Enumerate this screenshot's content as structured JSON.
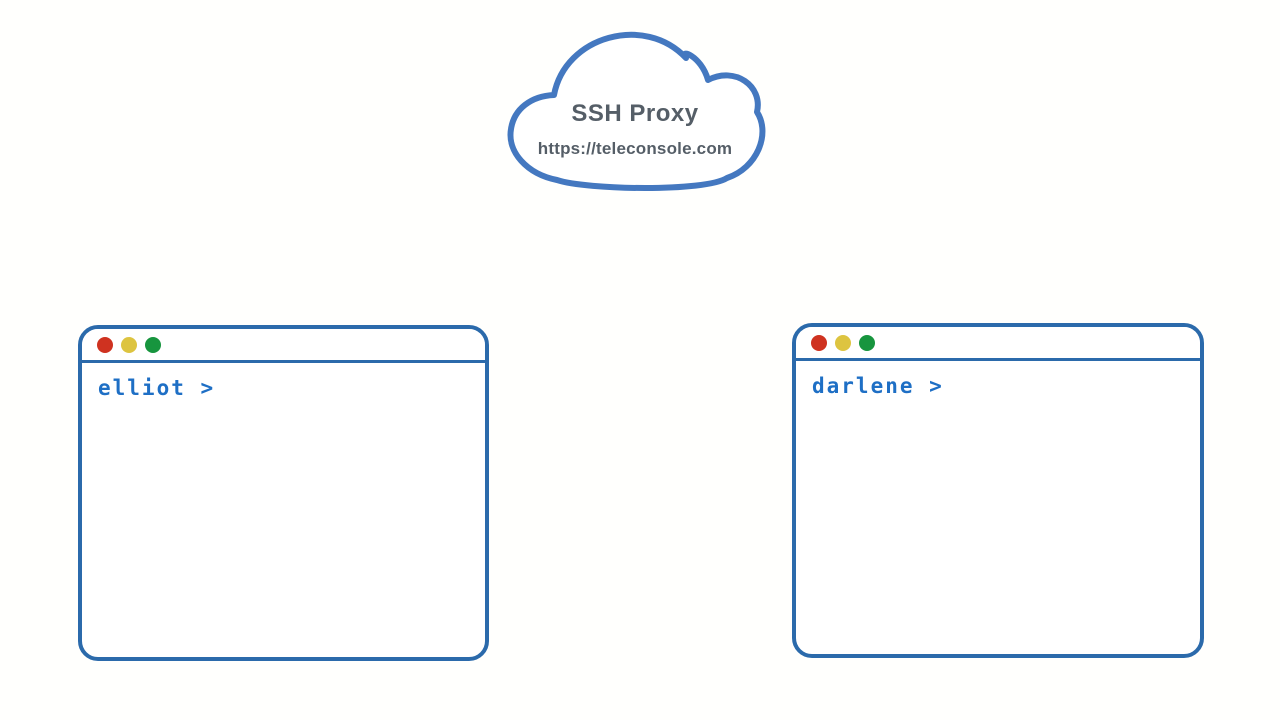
{
  "colors": {
    "background": "#fffffd",
    "cloud_stroke": "#4478c0",
    "window_border": "#2b6aab",
    "prompt_text": "#1e6fc5",
    "label_text": "#555e67",
    "control_red": "#cf3220",
    "control_yellow": "#ddc440",
    "control_green": "#17953e"
  },
  "proxy_cloud": {
    "title": "SSH Proxy",
    "url": "https://teleconsole.com",
    "icon": "cloud-icon"
  },
  "terminals": [
    {
      "user": "elliot",
      "prompt": "elliot >",
      "window_controls": [
        "close",
        "minimize",
        "maximize"
      ]
    },
    {
      "user": "darlene",
      "prompt": "darlene >",
      "window_controls": [
        "close",
        "minimize",
        "maximize"
      ]
    }
  ]
}
